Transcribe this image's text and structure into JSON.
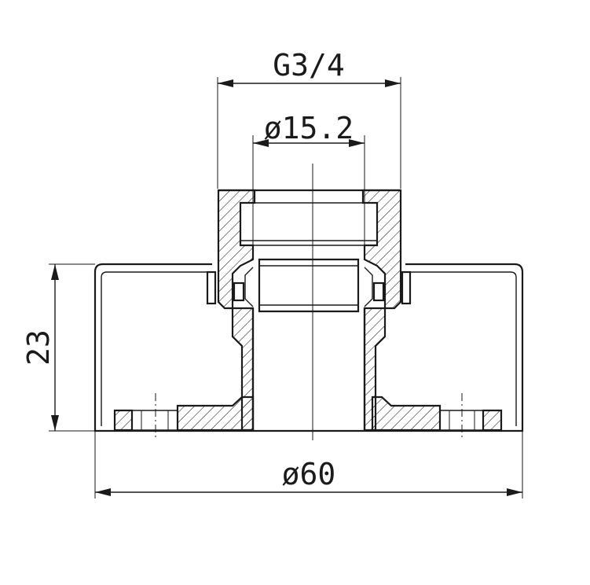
{
  "drawing": {
    "type": "mechanical-section",
    "dimensions": {
      "thread": "G3/4",
      "bore": "ø15.2",
      "height": "23",
      "outer_diameter": "ø60"
    }
  }
}
